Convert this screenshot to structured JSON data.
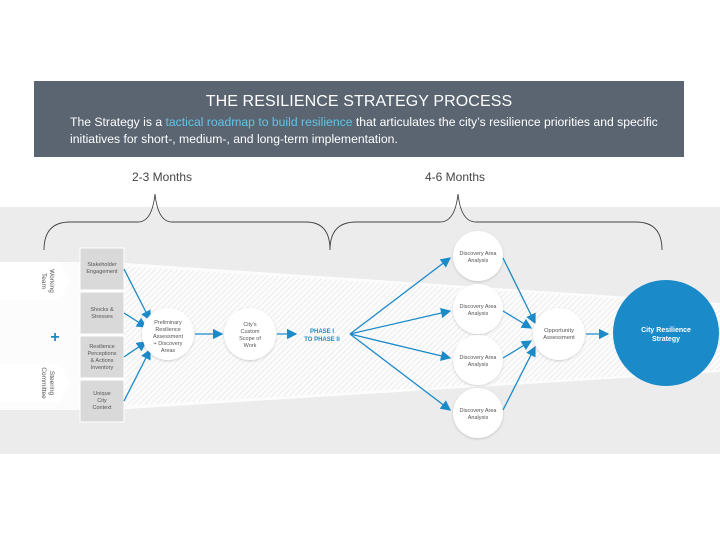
{
  "header": {
    "title": "THE RESILIENCE STRATEGY PROCESS",
    "desc_before": "The Strategy is a ",
    "desc_highlight": "tactical roadmap to build resilience",
    "desc_after": " that articulates the city’s resilience priorities and specific initiatives for short-, medium-, and long-term implementation."
  },
  "durations": {
    "phase1": "2-3 Months",
    "phase2": "4-6 Months"
  },
  "inputs": {
    "top": [
      "Working",
      "Team"
    ],
    "bottom": [
      "Steering",
      "Committee"
    ],
    "plus": "+"
  },
  "boxes": [
    {
      "lines": [
        "Stakeholder",
        "Engagement"
      ]
    },
    {
      "lines": [
        "Shocks &",
        "Stresses"
      ]
    },
    {
      "lines": [
        "Resilience",
        "Perceptions",
        "& Actions",
        "Inventory"
      ]
    },
    {
      "lines": [
        "Unique",
        "City",
        "Context"
      ]
    }
  ],
  "nodes": {
    "preliminary": [
      "Preliminary",
      "Resilience",
      "Assessment",
      "+ Discovery",
      "Areas"
    ],
    "scope": [
      "City’s",
      "Custom",
      "Scope of",
      "Work"
    ],
    "phase_label": [
      "PHASE I",
      "TO PHASE II"
    ],
    "discovery": [
      [
        "Discovery Area",
        "Analysis"
      ],
      [
        "Discovery Area",
        "Analysis"
      ],
      [
        "Discovery Area",
        "Analysis"
      ],
      [
        "Discovery Area",
        "Analysis"
      ]
    ],
    "opportunity": [
      "Opportunity",
      "Assessment"
    ],
    "final": [
      "City Resilience",
      "Strategy"
    ]
  },
  "colors": {
    "header_bg": "#5a6571",
    "highlight": "#62c3e6",
    "accent_blue": "#1b8ac9",
    "band": "#ececec",
    "box": "#d9d9d9"
  }
}
